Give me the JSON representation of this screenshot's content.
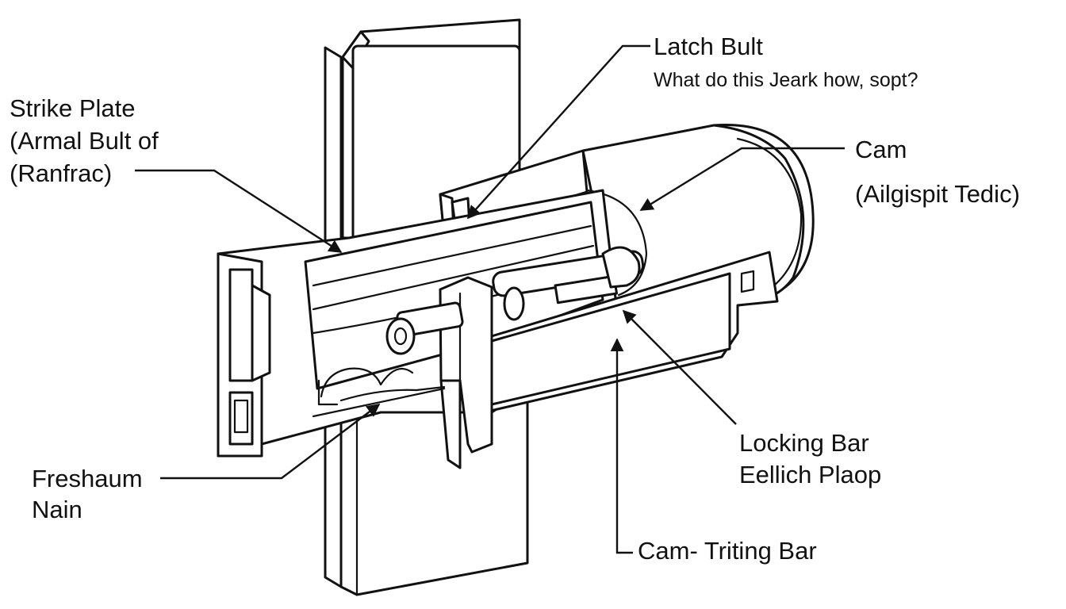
{
  "labels": {
    "latch_bolt": {
      "title": "Latch Bult",
      "subtitle": "What do this Jeark how, sopt?"
    },
    "strike_plate": {
      "line1": "Strike Plate",
      "line2": "(Armal Bult of",
      "line3": "(Ranfrac)"
    },
    "cam": {
      "title": "Cam",
      "subtitle": "(Ailgispit Tedic)"
    },
    "freshaum": {
      "line1": "Freshaum",
      "line2": "Nain"
    },
    "locking_bar": {
      "line1": "Locking Bar",
      "line2": "Eellich Plaop"
    },
    "cam_triting_bar": {
      "title": "Cam- Triting Bar"
    }
  },
  "colors": {
    "ink": "#111111",
    "paper": "#ffffff"
  }
}
